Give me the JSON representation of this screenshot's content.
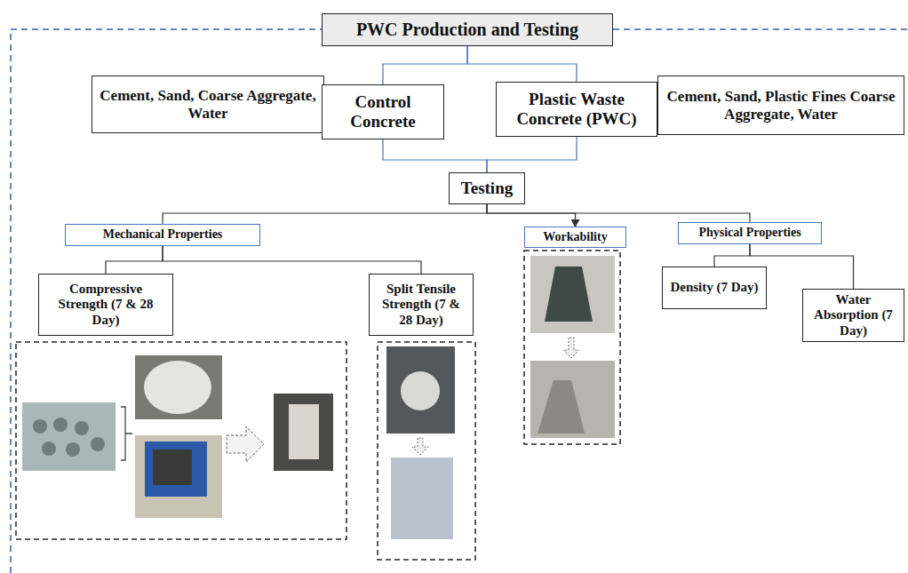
{
  "diagram": {
    "nodes": [
      {
        "text": [
          "PWC Production and Testing"
        ]
      },
      {
        "text": [
          "Cement, Sand, Coarse Aggregate, Water"
        ]
      },
      {
        "text": [
          "Control Concrete"
        ]
      },
      {
        "text": [
          "Plastic Waste Concrete (PWC)"
        ]
      },
      {
        "text": [
          "Cement, Sand, Plastic Fines Coarse Aggregate, Water"
        ]
      },
      {
        "text": [
          "Testing"
        ]
      },
      {
        "text": [
          "Mechanical Properties"
        ]
      },
      {
        "text": [
          "Workability"
        ]
      },
      {
        "text": [
          "Physical Properties"
        ]
      },
      {
        "text": [
          "Compressive Strength (7 & 28 Day)"
        ]
      },
      {
        "text": [
          "Split Tensile Strength (7 & 28 Day)"
        ]
      },
      {
        "text": [
          "Density (7 Day)"
        ]
      },
      {
        "text": [
          "Water Absorption (7 Day)"
        ]
      }
    ],
    "edges": [
      {
        "from": 0,
        "to": 2,
        "arrow": "none"
      },
      {
        "from": 0,
        "to": 3,
        "arrow": "none"
      },
      {
        "from": 2,
        "to": 5,
        "arrow": "none"
      },
      {
        "from": 3,
        "to": 5,
        "arrow": "none"
      },
      {
        "from": 5,
        "to": 6,
        "arrow": "none"
      },
      {
        "from": 5,
        "to": 7,
        "arrow": "to"
      },
      {
        "from": 5,
        "to": 8,
        "arrow": "none"
      },
      {
        "from": 6,
        "to": 9,
        "arrow": "none"
      },
      {
        "from": 6,
        "to": 10,
        "arrow": "none"
      },
      {
        "from": 8,
        "to": 11,
        "arrow": "none"
      },
      {
        "from": 8,
        "to": 12,
        "arrow": "none"
      }
    ]
  }
}
